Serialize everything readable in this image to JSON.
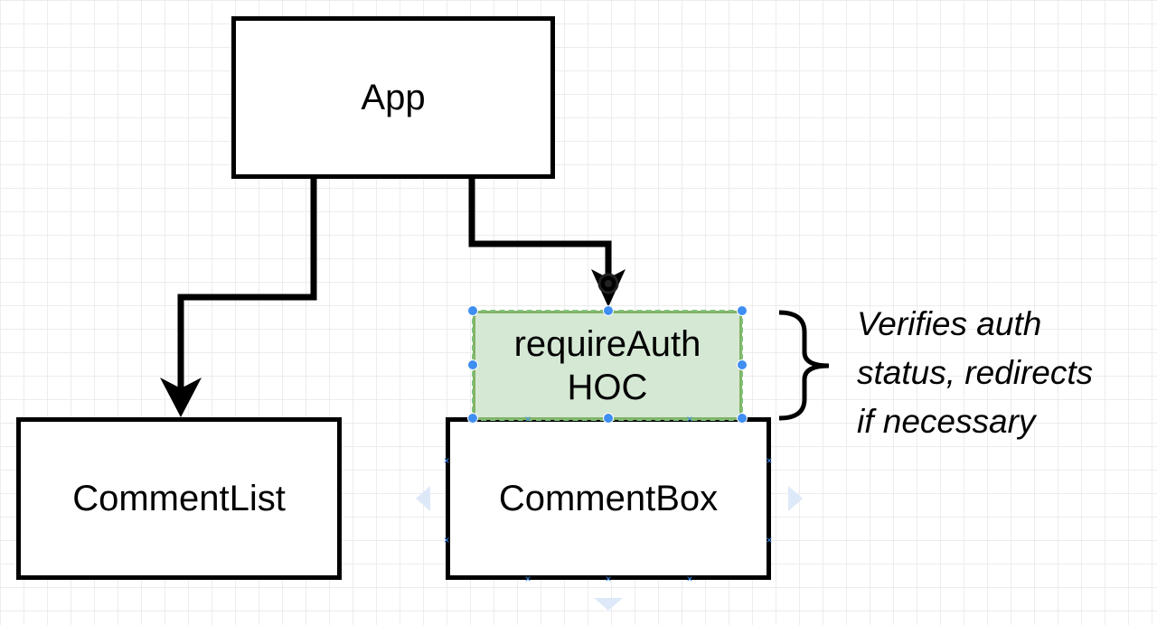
{
  "nodes": {
    "app": "App",
    "require_auth": "requireAuth\nHOC",
    "comment_list": "CommentList",
    "comment_box": "CommentBox"
  },
  "annotation": "Verifies auth\nstatus, redirects\nif necessary",
  "colors": {
    "selected_fill": "#d5e8d4",
    "selected_stroke": "#82b366",
    "handle": "#3f8ef2"
  }
}
